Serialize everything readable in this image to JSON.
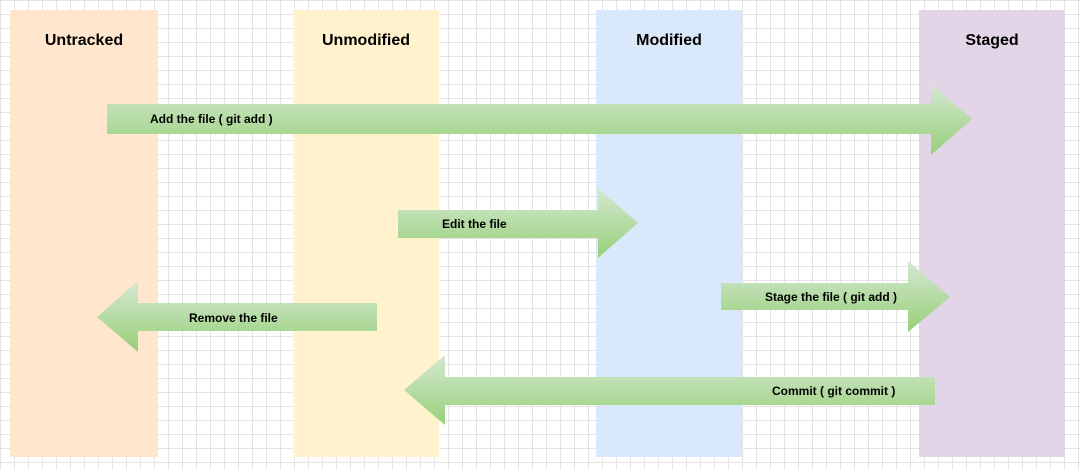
{
  "diagram": {
    "lanes": [
      {
        "id": "untracked",
        "title": "Untracked",
        "color": "#ffe6cc"
      },
      {
        "id": "unmodified",
        "title": "Unmodified",
        "color": "#fff2cc"
      },
      {
        "id": "modified",
        "title": "Modified",
        "color": "#dae8fc"
      },
      {
        "id": "staged",
        "title": "Staged",
        "color": "#e1d5e7"
      }
    ],
    "arrows": [
      {
        "id": "add",
        "label": "Add the file ( git add )",
        "from": "untracked",
        "to": "staged",
        "direction": "right"
      },
      {
        "id": "edit",
        "label": "Edit the file",
        "from": "unmodified",
        "to": "modified",
        "direction": "right"
      },
      {
        "id": "stage",
        "label": "Stage the file ( git add )",
        "from": "modified",
        "to": "staged",
        "direction": "right"
      },
      {
        "id": "remove",
        "label": "Remove the file",
        "from": "unmodified",
        "to": "untracked",
        "direction": "left"
      },
      {
        "id": "commit",
        "label": "Commit ( git commit )",
        "from": "staged",
        "to": "unmodified",
        "direction": "left"
      }
    ],
    "arrow_color": "#d5e8d4",
    "arrow_gradient_color": "#97d077"
  }
}
